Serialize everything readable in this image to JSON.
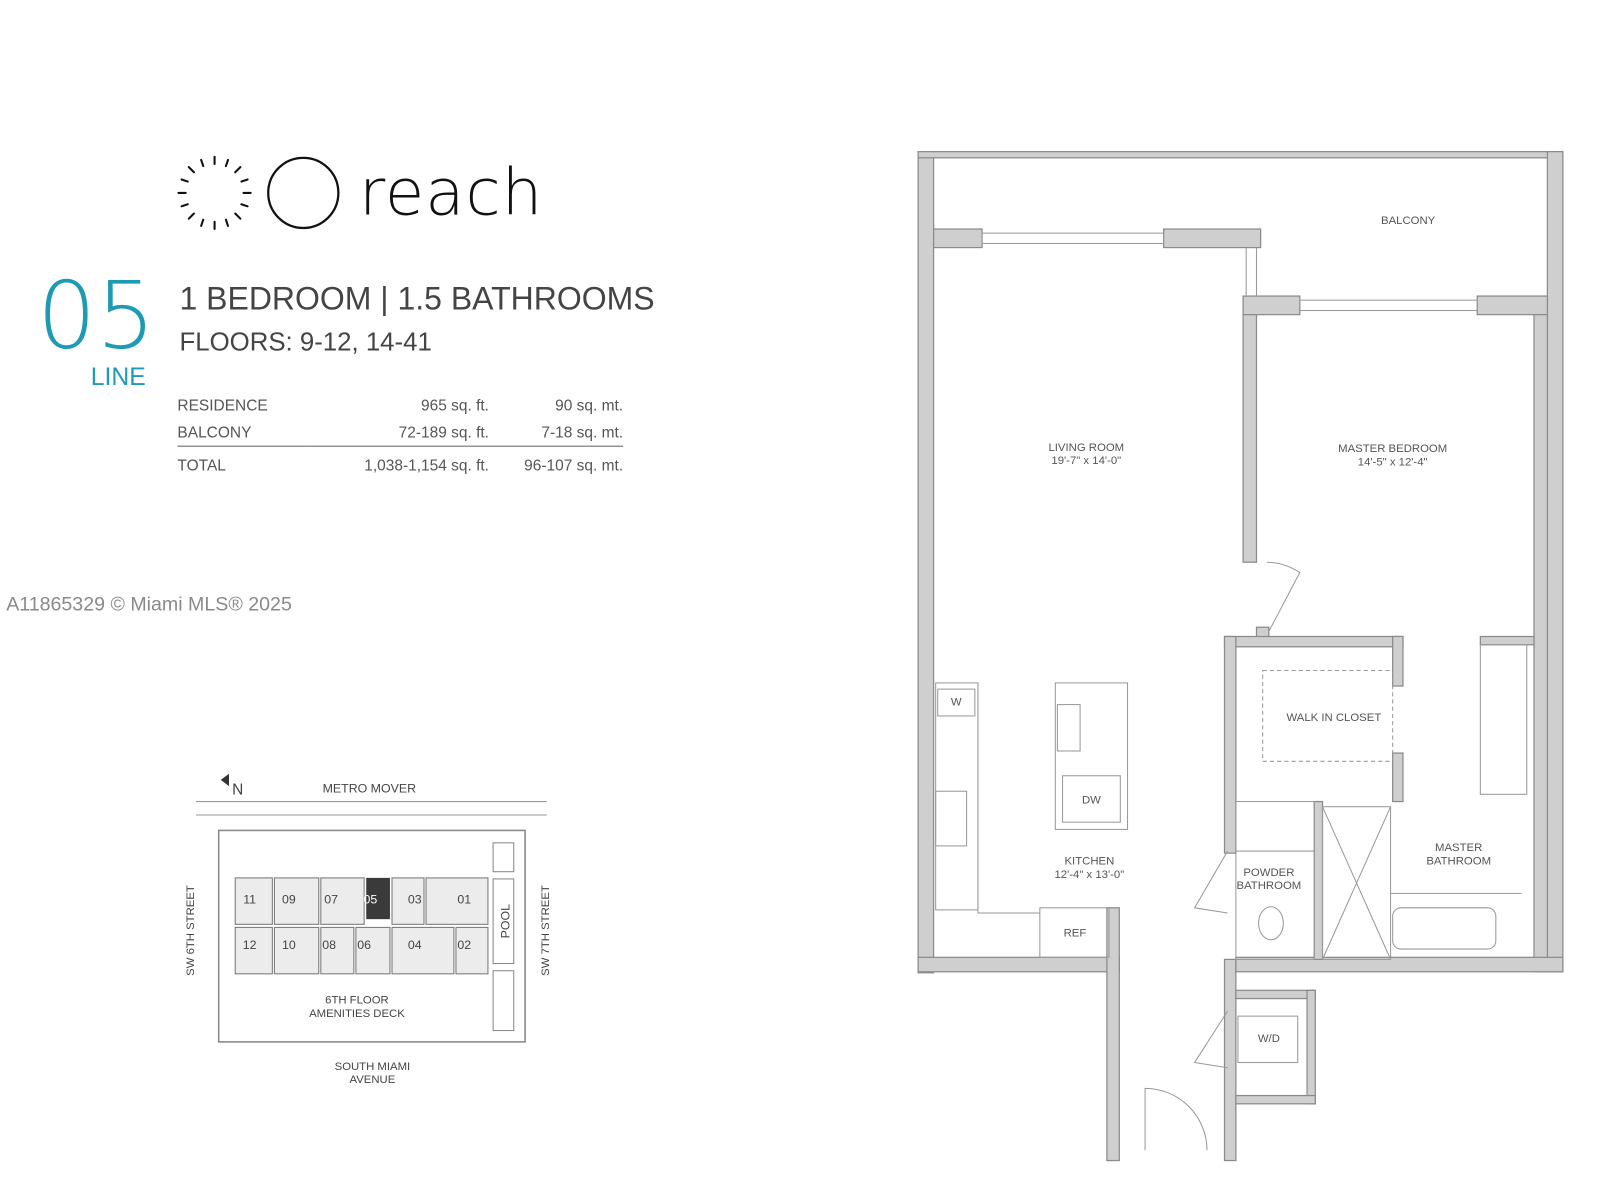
{
  "brand": {
    "name": "reach"
  },
  "unit": {
    "line_number": "05",
    "line_label": "LINE",
    "title": "1 BEDROOM | 1.5 BATHROOMS",
    "floors": "FLOORS: 9-12, 14-41"
  },
  "areas": [
    {
      "label": "RESIDENCE",
      "sqft": "965 sq. ft.",
      "sqm": "90 sq. mt."
    },
    {
      "label": "BALCONY",
      "sqft": "72-189 sq. ft.",
      "sqm": "7-18 sq. mt."
    },
    {
      "label": "TOTAL",
      "sqft": "1,038-1,154 sq. ft.",
      "sqm": "96-107 sq. mt."
    }
  ],
  "watermark": "A11865329 © Miami MLS® 2025",
  "site_plan": {
    "north": "N",
    "top_street": "METRO MOVER",
    "left_street": "SW 6TH STREET",
    "right_street": "SW 7TH STREET",
    "bottom_street": "SOUTH MIAMI AVENUE",
    "bottom_street_line1": "SOUTH MIAMI",
    "bottom_street_line2": "AVENUE",
    "pool": "POOL",
    "deck_line1": "6TH FLOOR",
    "deck_line2": "AMENITIES DECK",
    "highlighted_unit": "05",
    "top_units": [
      "11",
      "09",
      "07",
      "05",
      "03",
      "01"
    ],
    "bottom_units": [
      "12",
      "10",
      "08",
      "06",
      "04",
      "02"
    ]
  },
  "floor_plan": {
    "balcony": "BALCONY",
    "living_room": {
      "name": "LIVING ROOM",
      "size": "19'-7\" x 14'-0\""
    },
    "master_bedroom": {
      "name": "MASTER BEDROOM",
      "size": "14'-5\" x 12'-4\""
    },
    "kitchen": {
      "name": "KITCHEN",
      "size": "12'-4\" x 13'-0\""
    },
    "walk_in_closet": "WALK IN CLOSET",
    "powder_bathroom_1": "POWDER",
    "powder_bathroom_2": "BATHROOM",
    "master_bathroom_1": "MASTER",
    "master_bathroom_2": "BATHROOM",
    "washer": "W",
    "dishwasher": "DW",
    "refrigerator": "REF",
    "washer_dryer": "W/D"
  }
}
